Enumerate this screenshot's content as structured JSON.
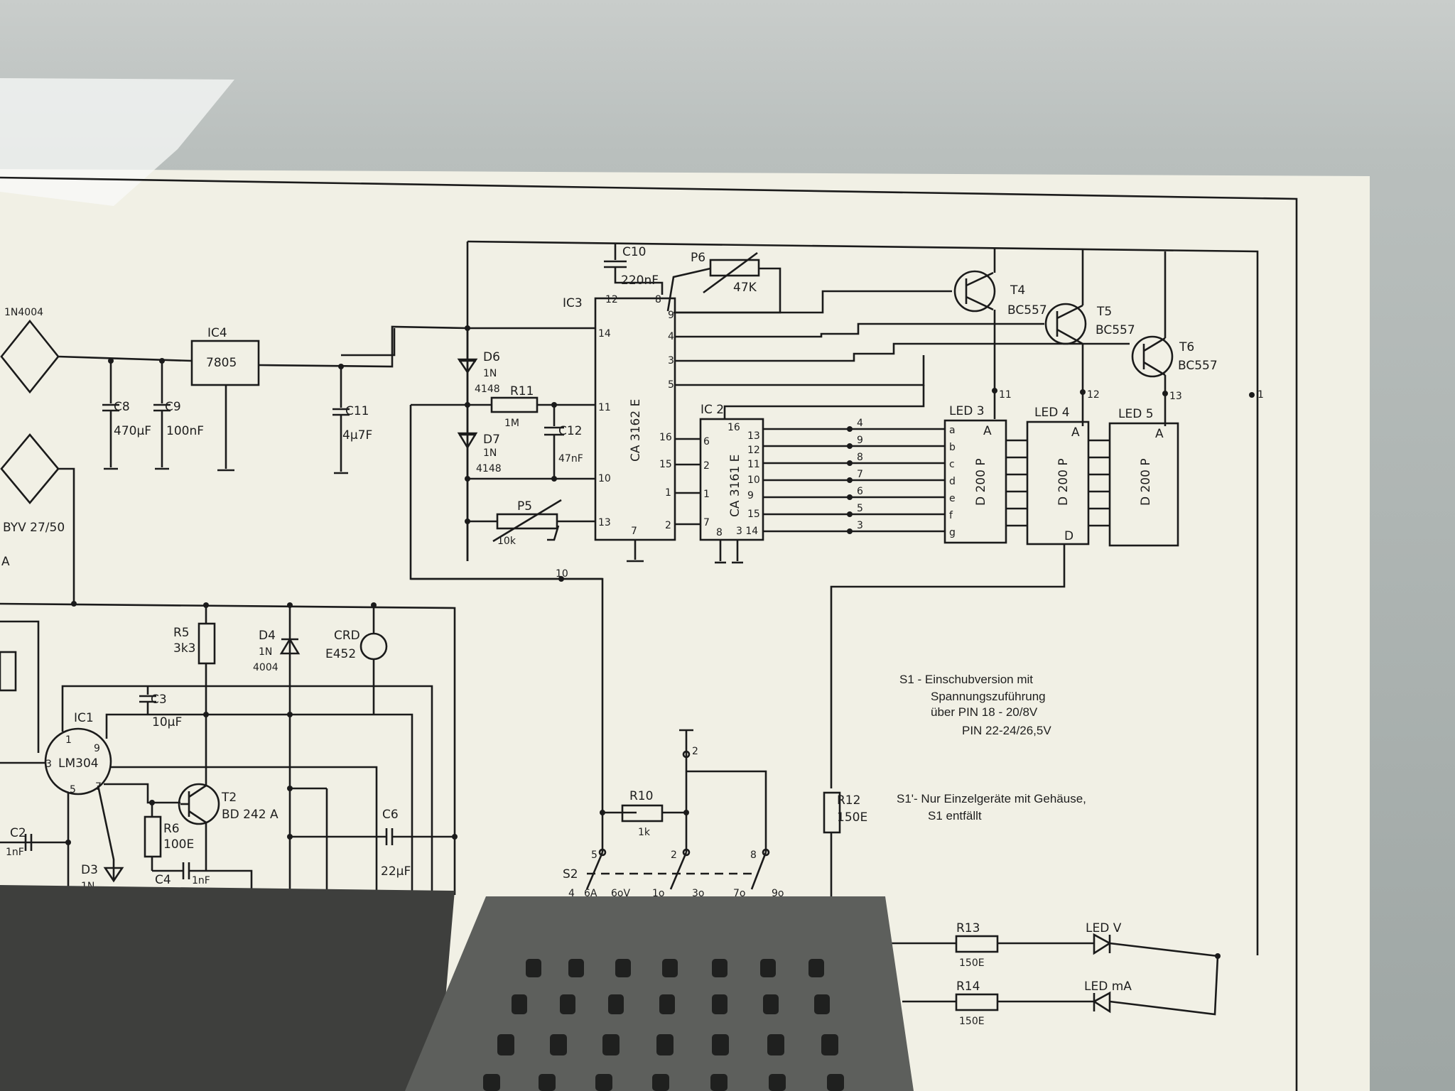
{
  "diagram": {
    "ic_labels": {
      "ic3": "IC3",
      "ic3_part": "CA 3162 E",
      "ic2": "IC 2",
      "ic2_part": "CA 3161 E",
      "ic4": "IC4",
      "ic4_part": "7805",
      "ic1": "IC1",
      "ic1_part": "LM304"
    },
    "ic3_pins": {
      "p12": "12",
      "p8": "8",
      "p9": "9",
      "p4": "4",
      "p3": "3",
      "p5": "5",
      "p14": "14",
      "p11": "11",
      "p10": "10",
      "p13": "13",
      "p16": "16",
      "p15": "15",
      "p1": "1",
      "p2": "2",
      "p7": "7"
    },
    "ic2_pins": {
      "p16": "16",
      "p6": "6",
      "p2": "2",
      "p1": "1",
      "p7": "7",
      "p13": "13",
      "p12": "12",
      "p11": "11",
      "p10": "10",
      "p9": "9",
      "p15": "15",
      "p14": "3 14",
      "p8": "8"
    },
    "ic1_pins": {
      "p1": "1",
      "p9": "9",
      "p3": "3",
      "p5": "5",
      "p7": "7"
    },
    "transistors": [
      {
        "name": "T4",
        "type": "BC557"
      },
      {
        "name": "T5",
        "type": "BC557"
      },
      {
        "name": "T6",
        "type": "BC557"
      },
      {
        "name": "T2",
        "type": "BD 242 A"
      }
    ],
    "transistor_pins": {
      "t4": "11",
      "t5": "12",
      "t6": "13",
      "right": "1"
    },
    "leds": [
      {
        "name": "LED 3",
        "part": "D 200 P",
        "anode": "A"
      },
      {
        "name": "LED 4",
        "part": "D 200 P",
        "anode": "A",
        "d": "D"
      },
      {
        "name": "LED 5",
        "part": "D 200 P",
        "anode": "A"
      }
    ],
    "segments": [
      "a",
      "b",
      "c",
      "d",
      "e",
      "f",
      "g"
    ],
    "segment_pins": [
      "4",
      "9",
      "8",
      "7",
      "6",
      "5",
      "3"
    ],
    "components": {
      "c10": "C10",
      "c10_val": "220nF",
      "p6": "P6",
      "p6_val": "47K",
      "d6": "D6",
      "d6_val": "1N",
      "d6_val2": "4148",
      "r11": "R11",
      "r11_val": "1M",
      "d7": "D7",
      "d7_val": "1N",
      "d7_val2": "4148",
      "c12": "C12",
      "c12_val": "47nF",
      "p5": "P5",
      "p5_val": "10k",
      "c8": "C8",
      "c8_val": "470µF",
      "c9": "C9",
      "c9_val": "100nF",
      "c11": "C11",
      "c11_val": "4µ7F",
      "d_top": "1N4004",
      "byv": "BYV 27/50",
      "a_mark": "A",
      "r5": "R5",
      "r5_val": "3k3",
      "d4": "D4",
      "d4_val": "1N",
      "d4_val2": "4004",
      "crd": "CRD",
      "crd_val": "E452",
      "c3": "C3",
      "c3_val": "10µF",
      "r6": "R6",
      "r6_val": "100E",
      "c4": "C4",
      "c4_val": "1nF",
      "c2": "C2",
      "c2_val": "1nF",
      "d3": "D3",
      "d3_val": "1N",
      "c6": "C6",
      "c6_val": "22µF",
      "r10": "R10",
      "r10_val": "1k",
      "r12": "R12",
      "r12_val": "150E",
      "r13": "R13",
      "r13_val": "150E",
      "r14": "R14",
      "r14_val": "150E",
      "led_v": "LED  V",
      "led_ma": "LED  mA",
      "node10": "10"
    },
    "switch": {
      "name": "S2",
      "pins": [
        "5",
        "2",
        "8",
        "2"
      ],
      "bottom": [
        "4",
        "6A",
        "6oV",
        "1o",
        "3o",
        "7o",
        "9o"
      ]
    },
    "notes": [
      "S1 - Einschubversion mit",
      "Spannungszuführung",
      "über PIN  18 - 20/8V",
      "PIN  22-24/26,5V",
      "S1'- Nur Einzelgeräte  mit  Gehäuse,",
      "S1  entfällt"
    ]
  }
}
